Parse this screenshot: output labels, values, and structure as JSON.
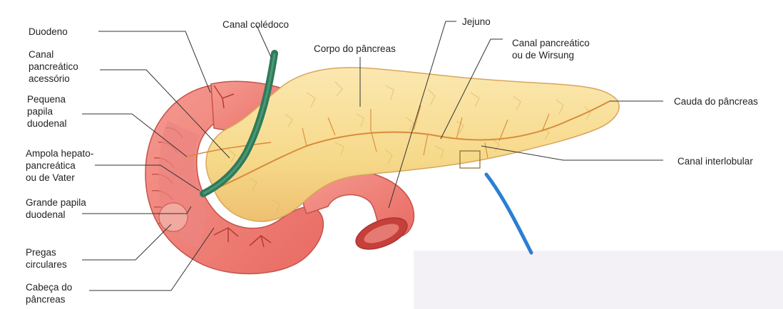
{
  "diagram": {
    "labels": {
      "duodeno": "Duodeno",
      "canal_coledoco": "Canal colédoco",
      "jejuno": "Jejuno",
      "canal_pancreatico_acessorio": [
        "Canal",
        "pancreático",
        "acessório"
      ],
      "corpo_do_pancreas": "Corpo do pâncreas",
      "canal_pancreatico_wirsung": [
        "Canal pancreático",
        "ou de Wirsung"
      ],
      "pequena_papila_duodenal": [
        "Pequena",
        "papila",
        "duodenal"
      ],
      "cauda_do_pancreas": "Cauda do pâncreas",
      "ampola_hepatopancreatica": [
        "Ampola hepato-",
        "pancreática",
        "ou de Vater"
      ],
      "canal_interlobular": "Canal interlobular",
      "grande_papila_duodenal": [
        "Grande papila",
        "duodenal"
      ],
      "pregas_circulares": [
        "Pregas",
        "circulares"
      ],
      "cabeca_do_pancreas": [
        "Cabeça do",
        "pâncreas"
      ]
    }
  },
  "colors": {
    "pancreas": "#f6d98a",
    "duodenum": "#ef7f78",
    "bile_duct": "#2f7a5a",
    "artery": "#c0392b",
    "vessel_blue": "#2a7fd4"
  }
}
